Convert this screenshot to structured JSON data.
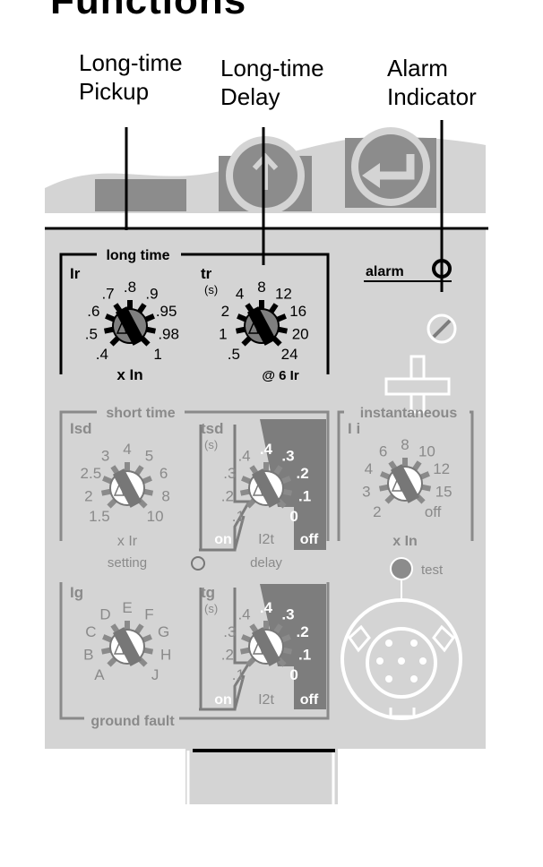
{
  "header_partial": "Functions",
  "callouts": {
    "long_time_pickup": [
      "Long-time",
      "Pickup"
    ],
    "long_time_delay": [
      "Long-time",
      "Delay"
    ],
    "alarm_indicator": [
      "Alarm",
      "Indicator"
    ]
  },
  "colors": {
    "panel": "#d4d4d4",
    "active_ink": "#000000",
    "inactive_ink": "#8a8a8a",
    "dark_segment": "#7d7d7d",
    "button_gray": "#8c8c8c"
  },
  "panel": {
    "long_time": {
      "title": "long time",
      "ir": {
        "name": "Ir",
        "unit": "x In",
        "scale": [
          ".4",
          ".5",
          ".6",
          ".7",
          ".8",
          ".9",
          ".95",
          ".98",
          "1"
        ]
      },
      "tr": {
        "name": "tr",
        "sub": "(s)",
        "unit": "@ 6 Ir",
        "scale": [
          ".5",
          "1",
          "2",
          "4",
          "8",
          "12",
          "16",
          "20",
          "24"
        ]
      }
    },
    "alarm": {
      "label": "alarm"
    },
    "short_time": {
      "title": "short time",
      "isd": {
        "name": "Isd",
        "unit": "x Ir",
        "scale": [
          "1.5",
          "2",
          "2.5",
          "3",
          "4",
          "5",
          "6",
          "8",
          "10"
        ]
      },
      "tsd": {
        "name": "tsd",
        "sub": "(s)",
        "scale": [
          ".1",
          ".2",
          ".3",
          ".4",
          ".4",
          ".3",
          ".2",
          ".1",
          "0"
        ],
        "on": "on",
        "i2t": "I2t",
        "off": "off"
      },
      "setting": "setting",
      "delay": "delay"
    },
    "instantaneous": {
      "title": "instantaneous",
      "ii": {
        "name": "I i",
        "unit": "x In",
        "scale": [
          "2",
          "3",
          "4",
          "6",
          "8",
          "10",
          "12",
          "15",
          "off"
        ]
      }
    },
    "test": {
      "label": "test"
    },
    "ground_fault": {
      "title": "ground fault",
      "ig": {
        "name": "Ig",
        "scale": [
          "A",
          "B",
          "C",
          "D",
          "E",
          "F",
          "G",
          "H",
          "J"
        ]
      },
      "tg": {
        "name": "tg",
        "sub": "(s)",
        "scale": [
          ".1",
          ".2",
          ".3",
          ".4",
          ".4",
          ".3",
          ".2",
          ".1",
          "0"
        ],
        "on": "on",
        "i2t": "I2t",
        "off": "off"
      }
    }
  }
}
